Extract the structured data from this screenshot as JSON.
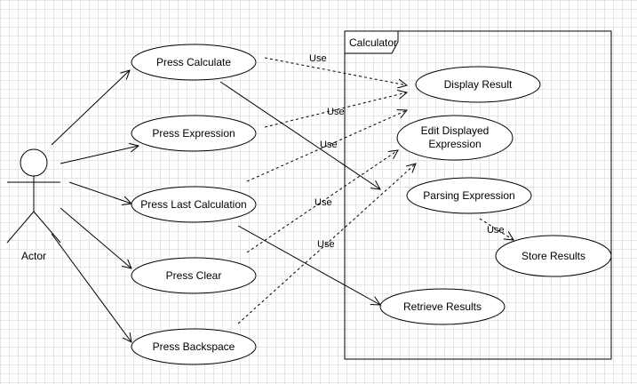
{
  "diagram": {
    "actor": {
      "label": "Actor"
    },
    "system": {
      "title": "Calculator"
    },
    "use_cases": {
      "press_calculate": "Press Calculate",
      "press_expression": "Press Expression",
      "press_last_calculation": "Press Last Calculation",
      "press_clear": "Press Clear",
      "press_backspace": "Press Backspace",
      "display_result": "Display Result",
      "edit_displayed_expression": [
        "Edit Displayed",
        "Expression"
      ],
      "parsing_expression": "Parsing Expression",
      "store_results": "Store Results",
      "retrieve_results": "Retrieve Results"
    },
    "relationship_labels": {
      "use_1": "Use",
      "use_2": "Use",
      "use_3": "Use",
      "use_4": "Use",
      "use_5": "Use",
      "use_6": "Use"
    }
  }
}
